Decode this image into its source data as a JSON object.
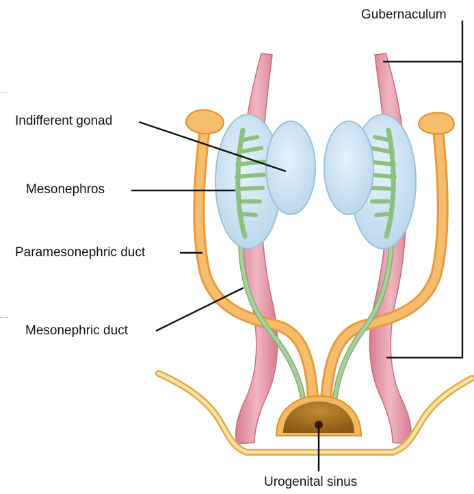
{
  "labels": {
    "gubernaculum": "Gubernaculum",
    "indifferent_gonad": "Indifferent gonad",
    "mesonephros": "Mesonephros",
    "paramesonephric_duct": "Paramesonephric duct",
    "mesonephric_duct": "Mesonephric duct",
    "urogenital_sinus": "Urogenital sinus"
  },
  "colors": {
    "gubernaculum": "#e6a0ad",
    "gubernaculum_dark": "#c96a7c",
    "gonad": "#cfe3f1",
    "gonad_edge": "#9cc0d8",
    "mesonephros": "#a8cf9c",
    "paramesonephric_duct": "#f2b35a",
    "urogenital_sinus": "#a86f1a",
    "leader_line": "#111111"
  }
}
